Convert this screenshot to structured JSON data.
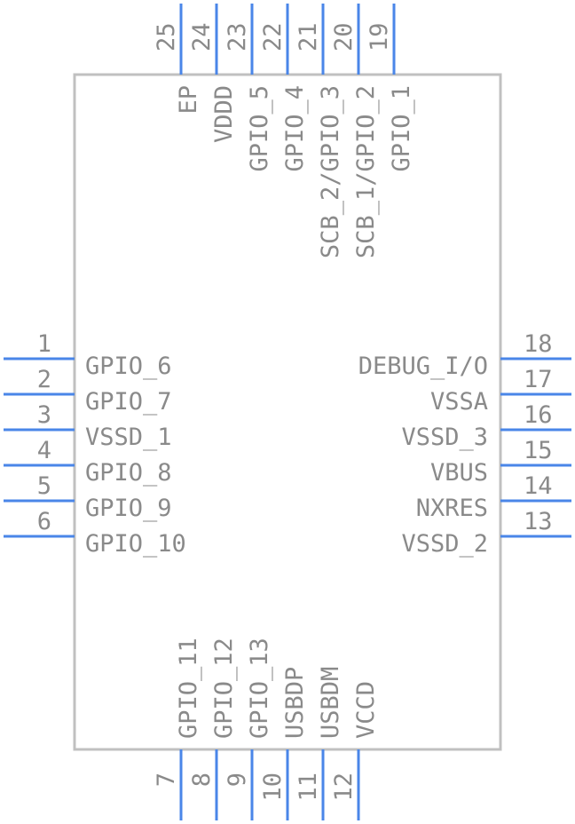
{
  "colors": {
    "pin": "#4a86e8",
    "body": "#c0c0c0",
    "text": "#8a8a8a"
  },
  "left_pins": [
    {
      "number": "1",
      "name": "GPIO_6"
    },
    {
      "number": "2",
      "name": "GPIO_7"
    },
    {
      "number": "3",
      "name": "VSSD_1"
    },
    {
      "number": "4",
      "name": "GPIO_8"
    },
    {
      "number": "5",
      "name": "GPIO_9"
    },
    {
      "number": "6",
      "name": "GPIO_10"
    }
  ],
  "bottom_pins": [
    {
      "number": "7",
      "name": "GPIO_11"
    },
    {
      "number": "8",
      "name": "GPIO_12"
    },
    {
      "number": "9",
      "name": "GPIO_13"
    },
    {
      "number": "10",
      "name": "USBDP"
    },
    {
      "number": "11",
      "name": "USBDM"
    },
    {
      "number": "12",
      "name": "VCCD"
    }
  ],
  "right_pins": [
    {
      "number": "13",
      "name": "VSSD_2"
    },
    {
      "number": "14",
      "name": "NXRES"
    },
    {
      "number": "15",
      "name": "VBUS"
    },
    {
      "number": "16",
      "name": "VSSD_3"
    },
    {
      "number": "17",
      "name": "VSSA"
    },
    {
      "number": "18",
      "name": "DEBUG_I/O"
    }
  ],
  "top_pins": [
    {
      "number": "19",
      "name": "GPIO_1"
    },
    {
      "number": "20",
      "name": "SCB_1/GPIO_2"
    },
    {
      "number": "21",
      "name": "SCB_2/GPIO_3"
    },
    {
      "number": "22",
      "name": "GPIO_4"
    },
    {
      "number": "23",
      "name": "GPIO_5"
    },
    {
      "number": "24",
      "name": "VDDD"
    },
    {
      "number": "25",
      "name": "EP"
    }
  ]
}
